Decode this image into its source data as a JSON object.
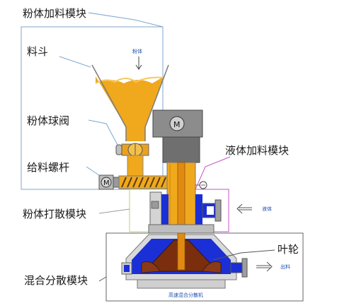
{
  "labels": {
    "powder_module": "粉体加料模块",
    "hopper": "料斗",
    "powder_valve": "粉体球阀",
    "screw": "给料螺杆",
    "liquid_module": "液体加料模块",
    "dispersion_module": "粉体打散模块",
    "impeller": "叶轮",
    "mixing_module": "混合分散模块"
  },
  "small_labels": {
    "powder_in": "粉体",
    "liquid_in": "液体",
    "product_out": "出料",
    "mixer_caption": "高速混合分散机"
  },
  "motor_symbol": "M",
  "colors": {
    "powder": "#f0a81c",
    "liquid": "#1a2fd6",
    "impeller": "#7a2e0e",
    "machine_gray": "#8a8a8a",
    "body_gray": "#d9d9d9",
    "box_blue": "#7fa6cf",
    "box_magenta": "#c653c6",
    "box_green": "#b7d36e",
    "box_dark": "#666666"
  }
}
